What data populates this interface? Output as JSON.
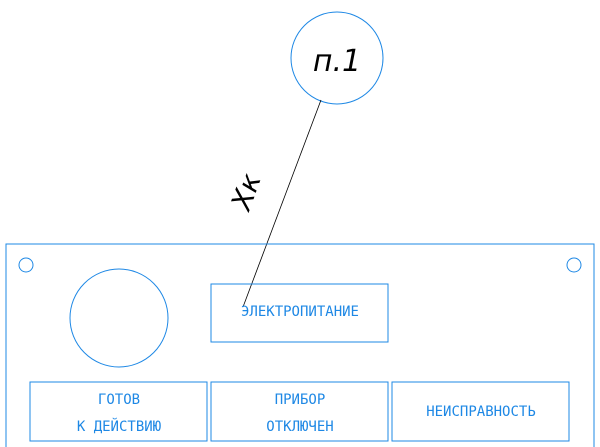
{
  "callout": {
    "label": "п.1"
  },
  "leader": {
    "mark": "Хк"
  },
  "panel": {
    "power_label": "ЭЛЕКТРОПИТАНИЕ",
    "ready_label_line1": "ГОТОВ",
    "ready_label_line2": "К ДЕЙСТВИЮ",
    "off_label_line1": "ПРИБОР",
    "off_label_line2": "ОТКЛЮЧЕН",
    "fault_label": "НЕИСПРАВНОСТЬ"
  },
  "colors": {
    "drawing_lines": "#1e88e5",
    "leader_and_callout": "#000000"
  }
}
